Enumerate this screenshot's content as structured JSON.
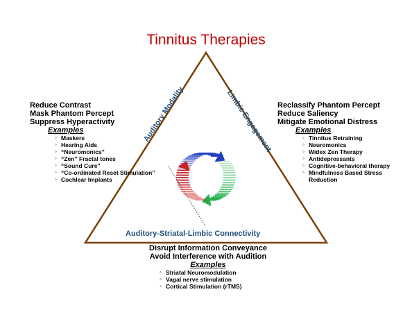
{
  "title": "Tinnitus Therapies",
  "left": {
    "headings": [
      "Reduce Contrast",
      "Mask Phantom Percept",
      "Suppress Hyperactivity"
    ],
    "examples_label": "Examples",
    "items": [
      "Maskers",
      "Hearing Aids",
      "“Neuromonics”",
      "“Zen” Fractal tones",
      "“Sound Cure”",
      "“Co-ordinated Reset Stimulation”",
      "Cochlear Implants"
    ]
  },
  "right": {
    "headings": [
      "Reclassify Phantom Percept",
      "Reduce Saliency",
      "Mitigate Emotional Distress"
    ],
    "examples_label": "Examples",
    "items": [
      "Tinnitus Retraining",
      "Neuromonics",
      "Widex Zen Therapy",
      "Antidepressants",
      "Cognitive-behavioral therapy",
      "Mindfulness Based Stress Reduction"
    ]
  },
  "bottom": {
    "headings": [
      "Disrupt Information Conveyance",
      "Avoid Interference with Audition"
    ],
    "examples_label": "Examples",
    "items": [
      "Striatal Neuromodulation",
      "Vagal nerve stimulation",
      "Cortical Stimulation (rTMS)"
    ]
  },
  "triangle_labels": {
    "left_side": "Auditory Modality",
    "right_side": "Limbic Engagement",
    "bottom_side": "Auditory-Striatal-Limbic Connectivity"
  },
  "colors": {
    "title": "#c00000",
    "triangle_stroke": "#7b3f00",
    "label": "#1f4e79",
    "arc_blue": "#1f3fbf",
    "arc_green": "#22b14c",
    "arc_red": "#d01f1f"
  }
}
